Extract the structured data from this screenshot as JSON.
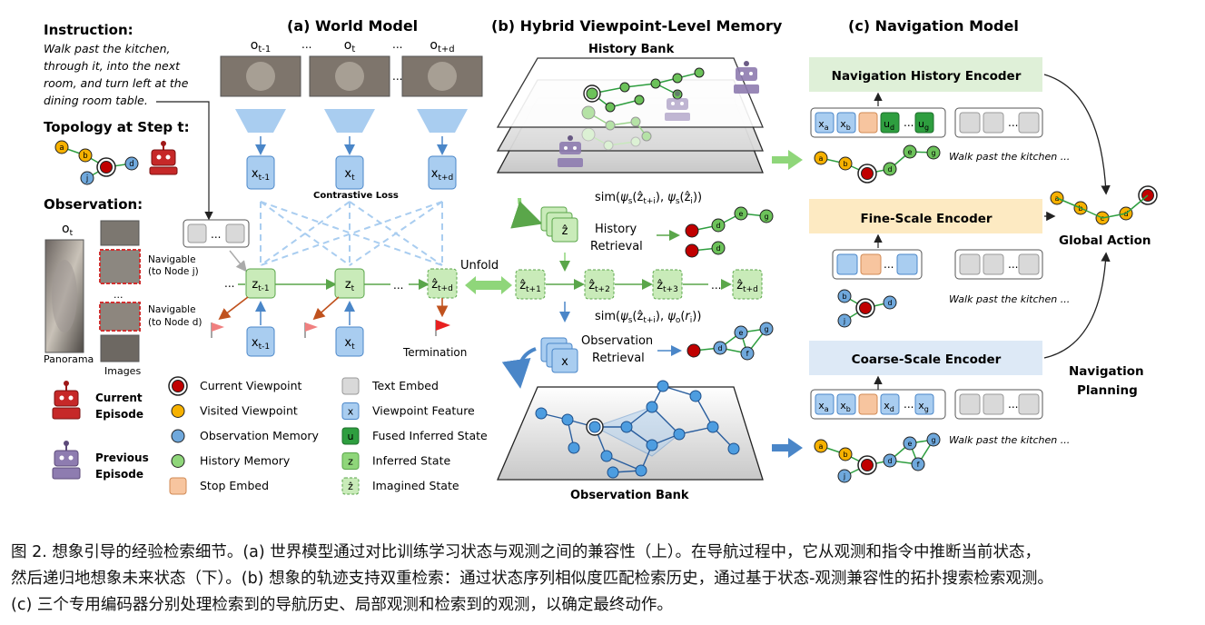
{
  "panels": {
    "world_model": "(a) World Model",
    "memory": "(b) Hybrid Viewpoint-Level Memory",
    "navigation": "(c) Navigation Model"
  },
  "left": {
    "instruction_title": "Instruction:",
    "instruction_lines": [
      "Walk past the kitchen,",
      "through it, into the next",
      "room, and turn left at the",
      "dining room table."
    ],
    "topology_title": "Topology at Step t:",
    "observation_title": "Observation:",
    "ot_label": "o",
    "ot_sub": "t",
    "panorama_label": "Panorama",
    "images_label": "Images",
    "navigable_j": [
      "Navigable",
      "(to Node j)"
    ],
    "navigable_d": [
      "Navigable",
      "(to Node d)"
    ],
    "ellipsis": "...",
    "current_episode": [
      "Current",
      "Episode"
    ],
    "previous_episode": [
      "Previous",
      "Episode"
    ]
  },
  "world": {
    "obs_labels": [
      {
        "main": "o",
        "sub": "t-1"
      },
      {
        "main": "o",
        "sub": "t"
      },
      {
        "main": "o",
        "sub": "t+d"
      }
    ],
    "x_top": [
      {
        "main": "x",
        "sub": "t-1"
      },
      {
        "main": "x",
        "sub": "t"
      },
      {
        "main": "x",
        "sub": "t+d"
      }
    ],
    "z_mid": [
      {
        "main": "z",
        "sub": "t-1"
      },
      {
        "main": "z",
        "sub": "t"
      },
      {
        "main": "ẑ",
        "sub": "t+d"
      }
    ],
    "x_bot": [
      {
        "main": "x",
        "sub": "t-1"
      },
      {
        "main": "x",
        "sub": "t"
      }
    ],
    "contrastive_loss": "Contrastive Loss",
    "termination": "Termination",
    "dots": "...",
    "unfold": "Unfold"
  },
  "memory": {
    "history_bank": "History Bank",
    "observation_bank": "Observation Bank",
    "sim_history": "sim(ψs(ẑt+i), ψs(ẑi))",
    "sim_observation": "sim(ψs(ẑt+i), ψo(ri))",
    "history_retrieval": [
      "History",
      "Retrieval"
    ],
    "observation_retrieval": [
      "Observation",
      "Retrieval"
    ],
    "imagined_chain": [
      {
        "main": "ẑ",
        "sub": "t+1"
      },
      {
        "main": "ẑ",
        "sub": "t+2"
      },
      {
        "main": "ẑ",
        "sub": "t+3"
      },
      {
        "main": "ẑ",
        "sub": "t+d"
      }
    ],
    "z_hat": "ẑ",
    "x": "x",
    "dots": "..."
  },
  "navigation": {
    "history_encoder": "Navigation History Encoder",
    "fine_encoder": "Fine-Scale Encoder",
    "coarse_encoder": "Coarse-Scale Encoder",
    "global_action": "Global Action",
    "navigation_planning": [
      "Navigation",
      "Planning"
    ],
    "walk_text": "Walk past the kitchen ...",
    "history_tokens": [
      {
        "main": "x",
        "sub": "a",
        "kind": "x"
      },
      {
        "main": "x",
        "sub": "b",
        "kind": "x"
      },
      {
        "main": "",
        "sub": "",
        "kind": "stop"
      },
      {
        "main": "u",
        "sub": "d",
        "kind": "u"
      },
      {
        "main": "...",
        "sub": "",
        "kind": "dots"
      },
      {
        "main": "u",
        "sub": "g",
        "kind": "u"
      }
    ],
    "coarse_tokens": [
      {
        "main": "x",
        "sub": "a",
        "kind": "x"
      },
      {
        "main": "x",
        "sub": "b",
        "kind": "x"
      },
      {
        "main": "",
        "sub": "",
        "kind": "stop"
      },
      {
        "main": "x",
        "sub": "d",
        "kind": "x"
      },
      {
        "main": "...",
        "sub": "",
        "kind": "dots"
      },
      {
        "main": "x",
        "sub": "g",
        "kind": "x"
      }
    ],
    "node_labels": [
      "a",
      "b",
      "c",
      "d",
      "e",
      "f",
      "g",
      "j"
    ]
  },
  "legend": [
    {
      "label": "Current Viewpoint",
      "kind": "current"
    },
    {
      "label": "Visited Viewpoint",
      "kind": "visited"
    },
    {
      "label": "Observation Memory",
      "kind": "obsmem"
    },
    {
      "label": "History Memory",
      "kind": "histmem"
    },
    {
      "label": "Stop Embed",
      "kind": "stop"
    },
    {
      "label": "Text Embed",
      "kind": "text",
      "glyph": ""
    },
    {
      "label": "Viewpoint Feature",
      "kind": "x",
      "glyph": "x"
    },
    {
      "label": "Fused Inferred State",
      "kind": "u",
      "glyph": "u"
    },
    {
      "label": "Inferred State",
      "kind": "z",
      "glyph": "z"
    },
    {
      "label": "Imagined State",
      "kind": "zhat",
      "glyph": "ẑ"
    }
  ],
  "caption": {
    "lines": [
      "图 2. 想象引导的经验检索细节。(a) 世界模型通过对比训练学习状态与观测之间的兼容性（上）。在导航过程中，它从观测和指令中推断当前状态，",
      "然后递归地想象未来状态（下）。(b) 想象的轨迹支持双重检索：通过状态序列相似度匹配检索历史，通过基于状态-观测兼容性的拓扑搜索检索观测。",
      "(c) 三个专用编码器分别处理检索到的导航历史、局部观测和检索到的观测，以确定最终动作。"
    ]
  },
  "colors": {
    "blue_fill": "#a9cdf0",
    "blue_stroke": "#4a86c8",
    "green_fill": "#c9ebb9",
    "green_stroke": "#5aa64a",
    "dark_green": "#2e9e3f",
    "orange_fill": "#f7c59f",
    "yellow": "#f6b100",
    "red": "#c00000",
    "nav_hist_bg": "#dff0d8",
    "fine_bg": "#fdeac2",
    "coarse_bg": "#dde9f6"
  }
}
